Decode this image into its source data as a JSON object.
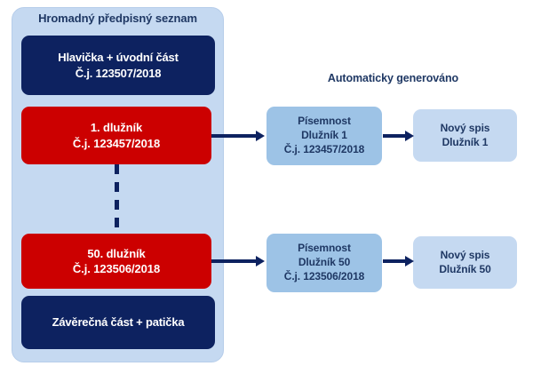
{
  "panel": {
    "title": "Hromadný předpisný seznam",
    "color": "#c5d9f1"
  },
  "section_label": "Automaticky generováno",
  "colors": {
    "navy": "#0d2260",
    "red": "#cc0000",
    "mid_blue": "#9dc3e6",
    "light_blue": "#c5d9f1",
    "text_navy": "#1f3864",
    "connector": "#0d2260"
  },
  "list_blocks": [
    {
      "id": "header",
      "style": "navy",
      "lines": [
        "Hlavička + úvodní část",
        "Č.j. 123507/2018"
      ]
    },
    {
      "id": "debtor-1",
      "style": "red",
      "lines": [
        "1.   dlužník",
        "Č.j. 123457/2018"
      ]
    },
    {
      "id": "debtor-50",
      "style": "red",
      "lines": [
        "50.   dlužník",
        "Č.j. 123506/2018"
      ]
    },
    {
      "id": "footer",
      "style": "navy",
      "lines": [
        "Závěrečná část + patička"
      ]
    }
  ],
  "generated": [
    {
      "id": "doc-1",
      "style": "mid_blue",
      "lines": [
        "Písemnost",
        "Dlužník 1",
        "Č.j. 123457/2018"
      ]
    },
    {
      "id": "file-1",
      "style": "light_blue",
      "lines": [
        "Nový spis",
        "Dlužník 1"
      ]
    },
    {
      "id": "doc-50",
      "style": "mid_blue",
      "lines": [
        "Písemnost",
        "Dlužník 50",
        "Č.j. 123506/2018"
      ]
    },
    {
      "id": "file-50",
      "style": "light_blue",
      "lines": [
        "Nový spis",
        "Dlužník 50"
      ]
    }
  ],
  "connectors": [
    {
      "id": "debtor1-doc1",
      "from": "debtor-1",
      "to": "doc-1",
      "kind": "arrow"
    },
    {
      "id": "doc1-file1",
      "from": "doc-1",
      "to": "file-1",
      "kind": "arrow"
    },
    {
      "id": "debtor50-doc50",
      "from": "debtor-50",
      "to": "doc-50",
      "kind": "arrow"
    },
    {
      "id": "doc50-file50",
      "from": "doc-50",
      "to": "file-50",
      "kind": "arrow"
    },
    {
      "id": "debtor1-debtor50",
      "from": "debtor-1",
      "to": "debtor-50",
      "kind": "dashed"
    }
  ]
}
